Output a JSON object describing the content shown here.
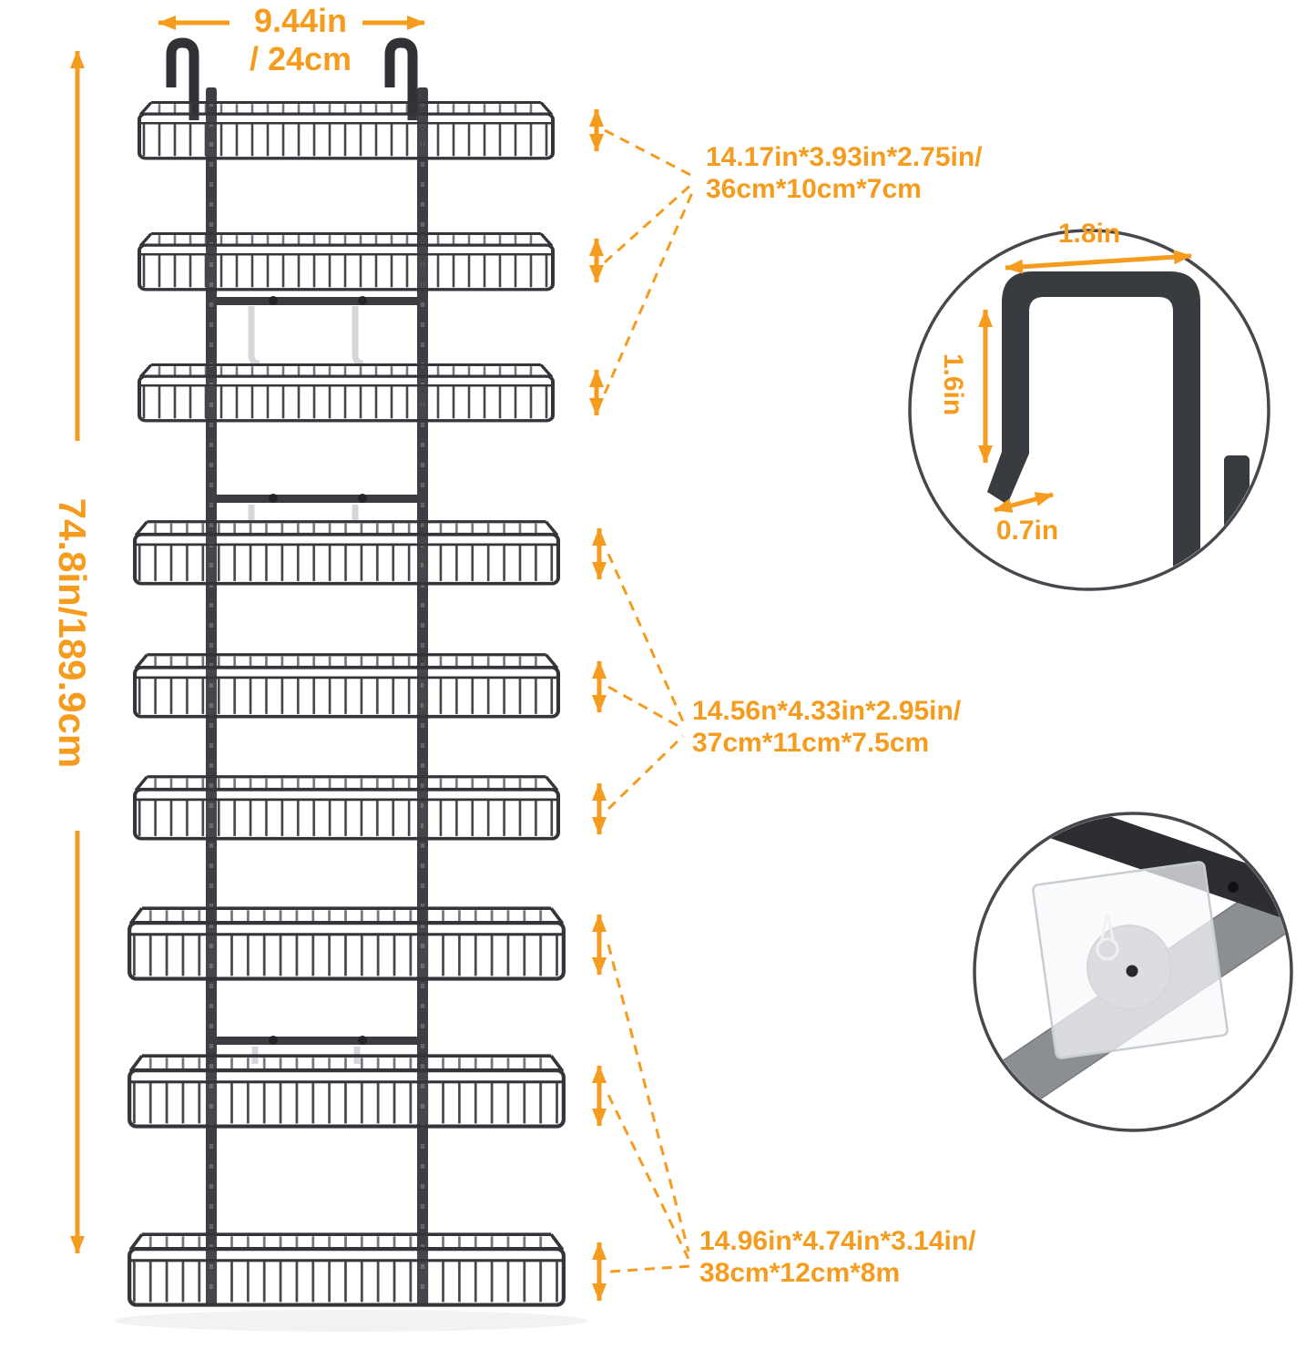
{
  "colors": {
    "accent": "#F59B1E",
    "rack": "#3A3C41",
    "background": "#FFFFFF"
  },
  "overall": {
    "height": "74.8in/189.9cm",
    "width_in": "9.44in",
    "width_cm": "/ 24cm"
  },
  "baskets": {
    "small": {
      "line1": "14.17in*3.93in*2.75in/",
      "line2": "36cm*10cm*7cm"
    },
    "medium": {
      "line1": "14.56n*4.33in*2.95in/",
      "line2": "37cm*11cm*7.5cm"
    },
    "large": {
      "line1": "14.96in*4.74in*3.14in/",
      "line2": "38cm*12cm*8m"
    }
  },
  "hook_detail": {
    "width": "1.8in",
    "height": "1.6in",
    "depth": "0.7in"
  }
}
